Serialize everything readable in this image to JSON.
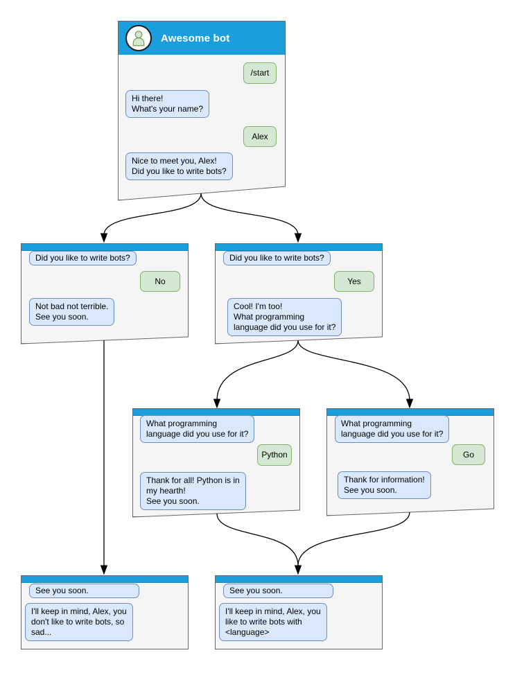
{
  "windows": [
    {
      "id": "start",
      "title": "Awesome bot",
      "avatar_icon": "person-icon",
      "messages": [
        {
          "from": "user",
          "text": "/start"
        },
        {
          "from": "bot",
          "text": "Hi there!\nWhat's your name?"
        },
        {
          "from": "user",
          "text": "Alex"
        },
        {
          "from": "bot",
          "text": "Nice to meet you, Alex!\nDid you like to write bots?"
        }
      ]
    },
    {
      "id": "branch-no",
      "messages": [
        {
          "from": "bot",
          "text": "Did you like to write bots?"
        },
        {
          "from": "user",
          "text": "No"
        },
        {
          "from": "bot",
          "text": "Not bad not terrible.\nSee you soon."
        }
      ]
    },
    {
      "id": "branch-yes",
      "messages": [
        {
          "from": "bot",
          "text": "Did you like to write bots?"
        },
        {
          "from": "user",
          "text": "Yes"
        },
        {
          "from": "bot",
          "text": "Cool! I'm too!\nWhat programming\nlanguage did you use for it?"
        }
      ]
    },
    {
      "id": "branch-python",
      "messages": [
        {
          "from": "bot",
          "text": "What programming\nlanguage did you use for it?"
        },
        {
          "from": "user",
          "text": "Python"
        },
        {
          "from": "bot",
          "text": "Thank for all! Python is in\nmy hearth!\nSee you soon."
        }
      ]
    },
    {
      "id": "branch-go",
      "messages": [
        {
          "from": "bot",
          "text": "What programming\nlanguage did you use for it?"
        },
        {
          "from": "user",
          "text": "Go"
        },
        {
          "from": "bot",
          "text": "Thank for information!\nSee you soon."
        }
      ]
    },
    {
      "id": "end-no",
      "messages": [
        {
          "from": "bot",
          "text": "See you soon."
        },
        {
          "from": "bot",
          "text": "I'll keep in mind, Alex, you\ndon't like to write bots, so\nsad..."
        }
      ]
    },
    {
      "id": "end-yes",
      "messages": [
        {
          "from": "bot",
          "text": "See you soon."
        },
        {
          "from": "bot",
          "text": "I'll keep in mind, Alex, you\nlike to write bots with\n<language>"
        }
      ]
    }
  ],
  "colors": {
    "titlebar_blue": "#1b9edc",
    "window_body": "#f5f5f5",
    "window_border": "#666666",
    "bot_bubble_fill": "#dae8fc",
    "bot_bubble_border": "#6c8ebf",
    "user_bubble_fill": "#d5e8d4",
    "user_bubble_border": "#82b366",
    "connector": "#000000"
  }
}
